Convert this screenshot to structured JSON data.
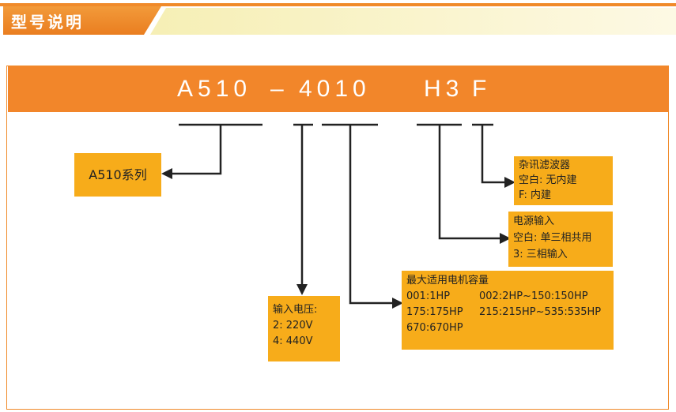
{
  "header": {
    "title": "型号说明"
  },
  "model": {
    "series": "A510",
    "dash": "–",
    "capacity": "4010",
    "power": "H3",
    "filter": "F"
  },
  "boxes": {
    "series": {
      "text": "A510系列"
    },
    "voltage": {
      "title": "输入电压:",
      "line1": "2: 220V",
      "line2": "4: 440V"
    },
    "capacity": {
      "title": "最大适用电机容量",
      "c1": "001:1HP",
      "c2": "002:2HP~150:150HP",
      "c3": "175:175HP",
      "c4": "215:215HP~535:535HP",
      "c5": "670:670HP"
    },
    "power": {
      "title": "电源输入",
      "line1": "空白: 单三相共用",
      "line2": "3: 三相输入"
    },
    "filter": {
      "title": "杂讯滤波器",
      "line1": "空白: 无内建",
      "line2": "F: 内建"
    }
  },
  "colors": {
    "accent": "#f2862a",
    "box": "#f7ac1a",
    "connector": "#222222"
  }
}
